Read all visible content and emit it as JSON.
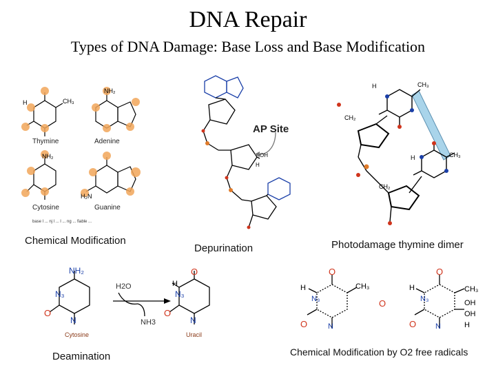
{
  "title": "DNA Repair",
  "subtitle": "Types of DNA Damage: Base Loss and Base Modification",
  "captions": {
    "chemical_modification": "Chemical Modification",
    "depurination": "Depurination",
    "photodamage": "Photodamage thymine dimer",
    "deamination": "Deamination",
    "free_radicals": "Chemical Modification by O2 free radicals"
  },
  "bases_panel": {
    "thymine": "Thymine",
    "adenine": "Adenine",
    "cytosine": "Cytosine",
    "guanine": "Guanine",
    "footnote": "base l ... nj l ... l ... ng ... fiable ..."
  },
  "ap_site": {
    "label": "AP Site"
  },
  "deamination_panel": {
    "water": "H2O",
    "ammonia": "NH3",
    "cytosine": "Cytosine",
    "uracil": "Uracil"
  },
  "colors": {
    "atom_highlight": "#f2a65a",
    "nitrogen": "#1a3fa8",
    "oxygen": "#d0341c",
    "phosphate": "#e07b2a",
    "dimer_band": "#a9d4ea"
  }
}
